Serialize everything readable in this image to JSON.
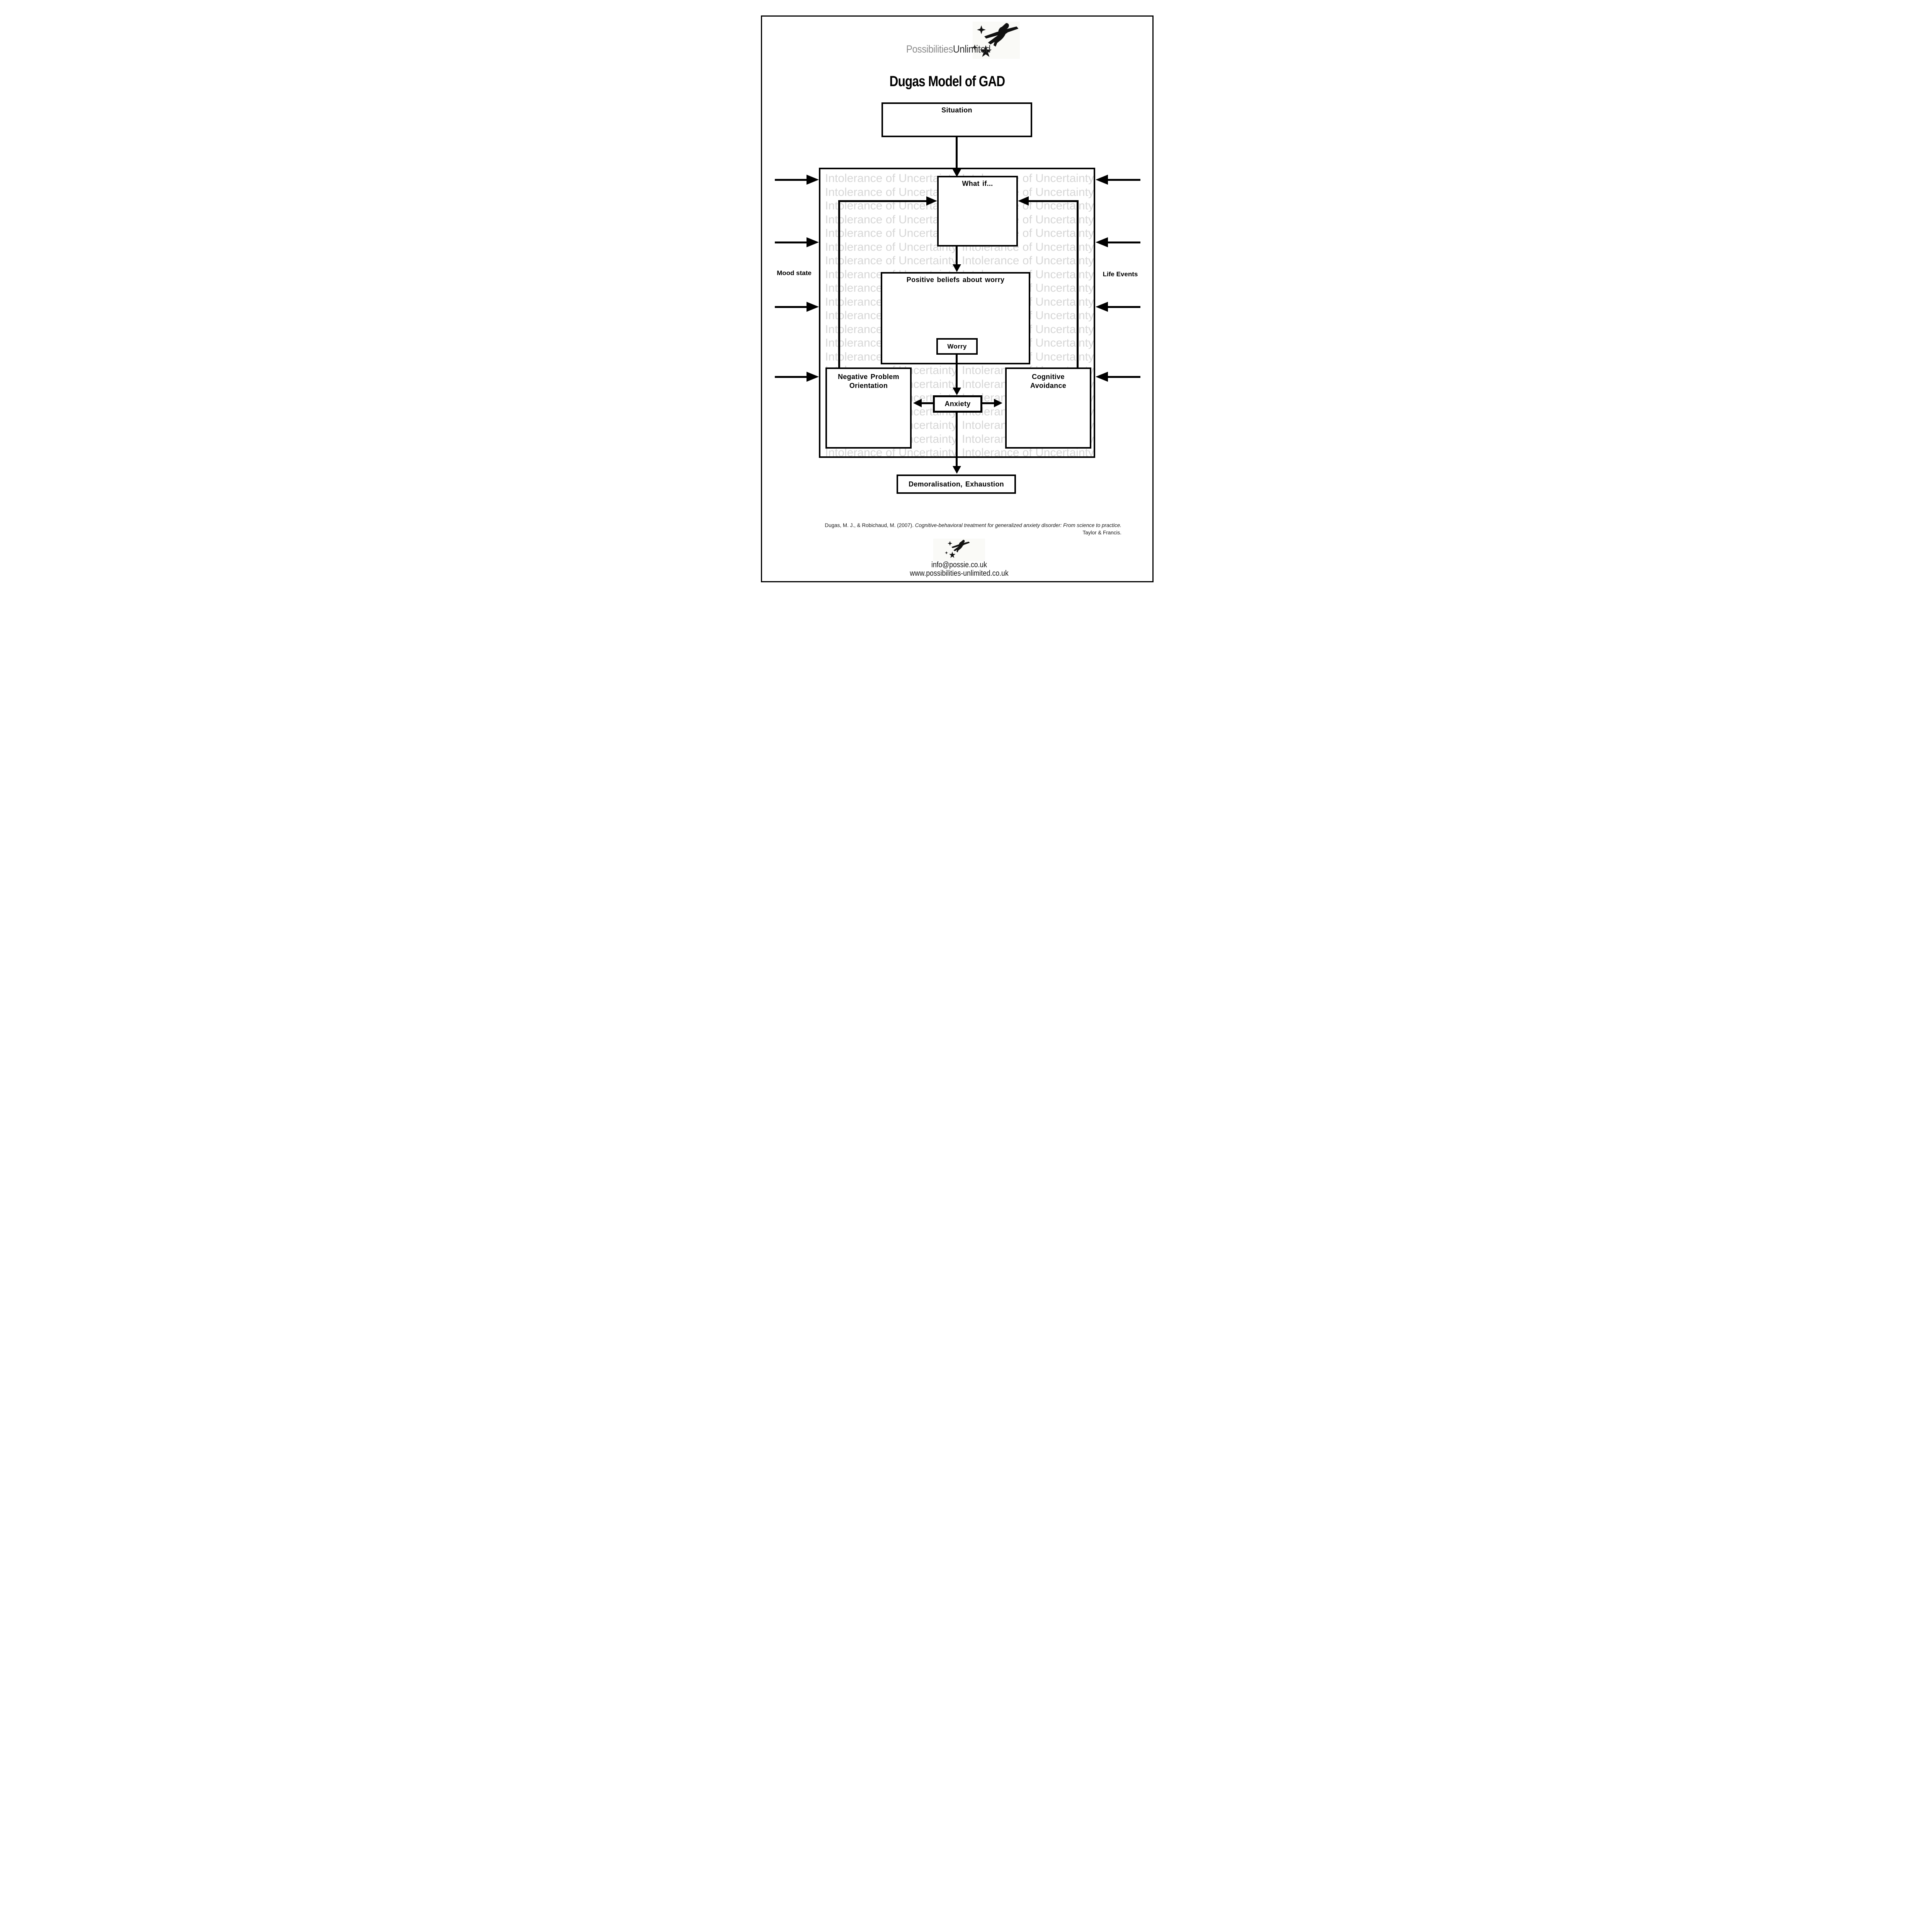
{
  "logo": {
    "brand_gray": "Possibilities",
    "brand_dark": "Unlimited"
  },
  "title": "Dugas Model of GAD",
  "boxes": {
    "situation": "Situation",
    "what_if": "What if...",
    "positive_beliefs": "Positive beliefs about worry",
    "worry": "Worry",
    "anxiety": "Anxiety",
    "negative_problem_orientation": "Negative Problem Orientation",
    "cognitive_avoidance": "Cognitive Avoidance",
    "demoralisation": "Demoralisation, Exhaustion"
  },
  "side_labels": {
    "left": "Mood state",
    "right": "Life Events"
  },
  "watermark": {
    "phrase": "Intolerance of Uncertainty"
  },
  "citation": {
    "authors": "Dugas, M. J., & Robichaud, M. (2007). ",
    "title_italic": "Cognitive-behavioral treatment for generalized anxiety disorder: From science to practice.",
    "publisher": " Taylor & Francis."
  },
  "footer": {
    "email": "info@possie.co.uk",
    "website": "www.possibilities-unlimited.co.uk"
  },
  "colors": {
    "ink": "#000000",
    "watermark": "#d7d7d7",
    "brand_gray": "#8c8c8c"
  }
}
